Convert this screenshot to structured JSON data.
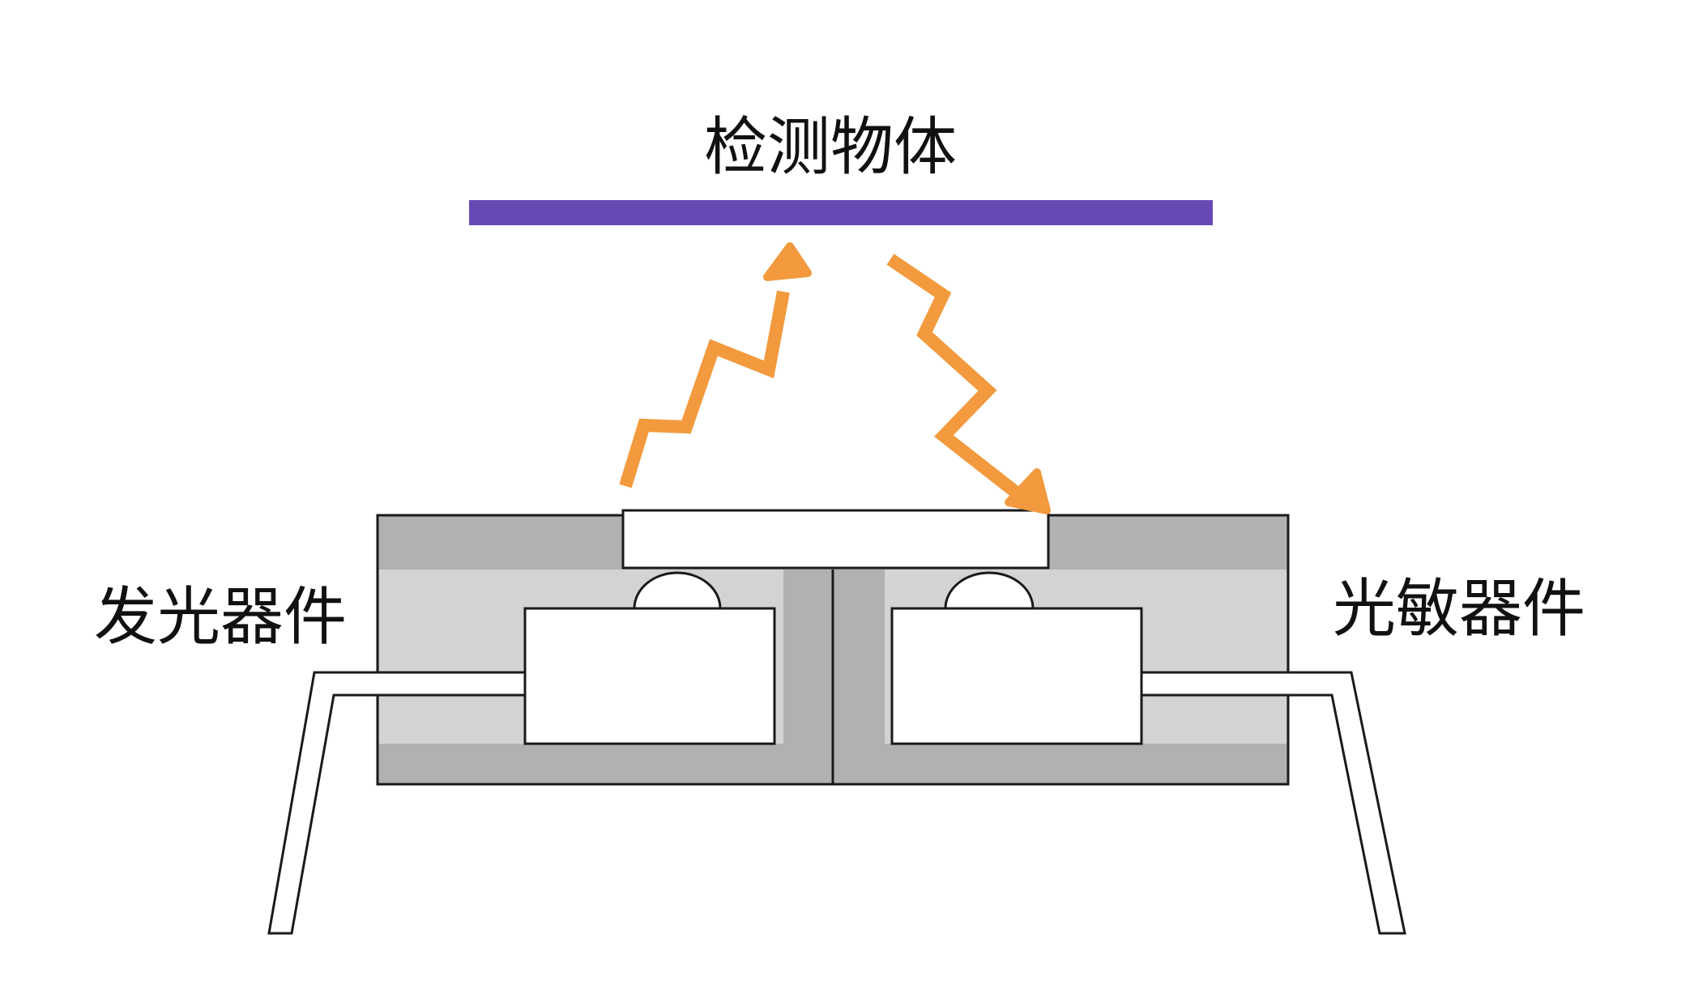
{
  "labels": {
    "object": "检测物体",
    "emitter": "发光器件",
    "receiver": "光敏器件"
  },
  "colors": {
    "object_bar": "#6749B4",
    "light_arrow": "#F29A3D",
    "housing_dark": "#B1B1B3",
    "housing_light": "#D3D3D4",
    "outline": "#1A1A1A",
    "component_fill": "#FFFFFF"
  },
  "icons": {
    "emitted_light": "zigzag-arrow-up",
    "reflected_light": "zigzag-arrow-down"
  }
}
